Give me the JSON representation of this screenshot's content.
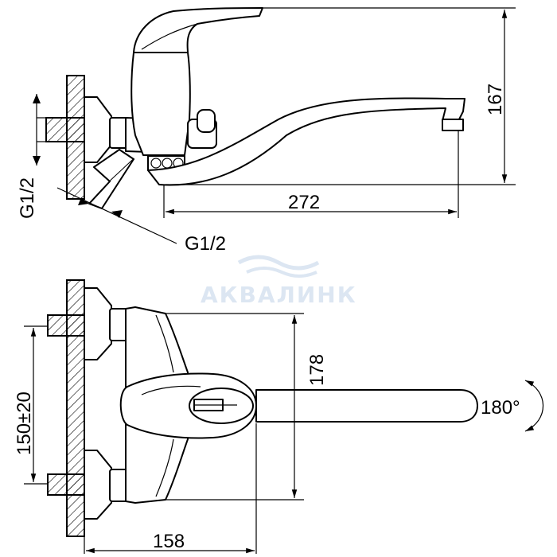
{
  "watermark": {
    "text": "АКВАЛИНК",
    "color": "#dce6f2"
  },
  "dimensions": {
    "height_total": "167",
    "spout_reach": "272",
    "inlet_thread_vertical": "G1/2",
    "inlet_thread_angled": "G1/2",
    "body_height": "178",
    "center_distance": "150±20",
    "rotation": "180°",
    "projection": "158"
  },
  "colors": {
    "line": "#000000",
    "background": "#ffffff"
  }
}
